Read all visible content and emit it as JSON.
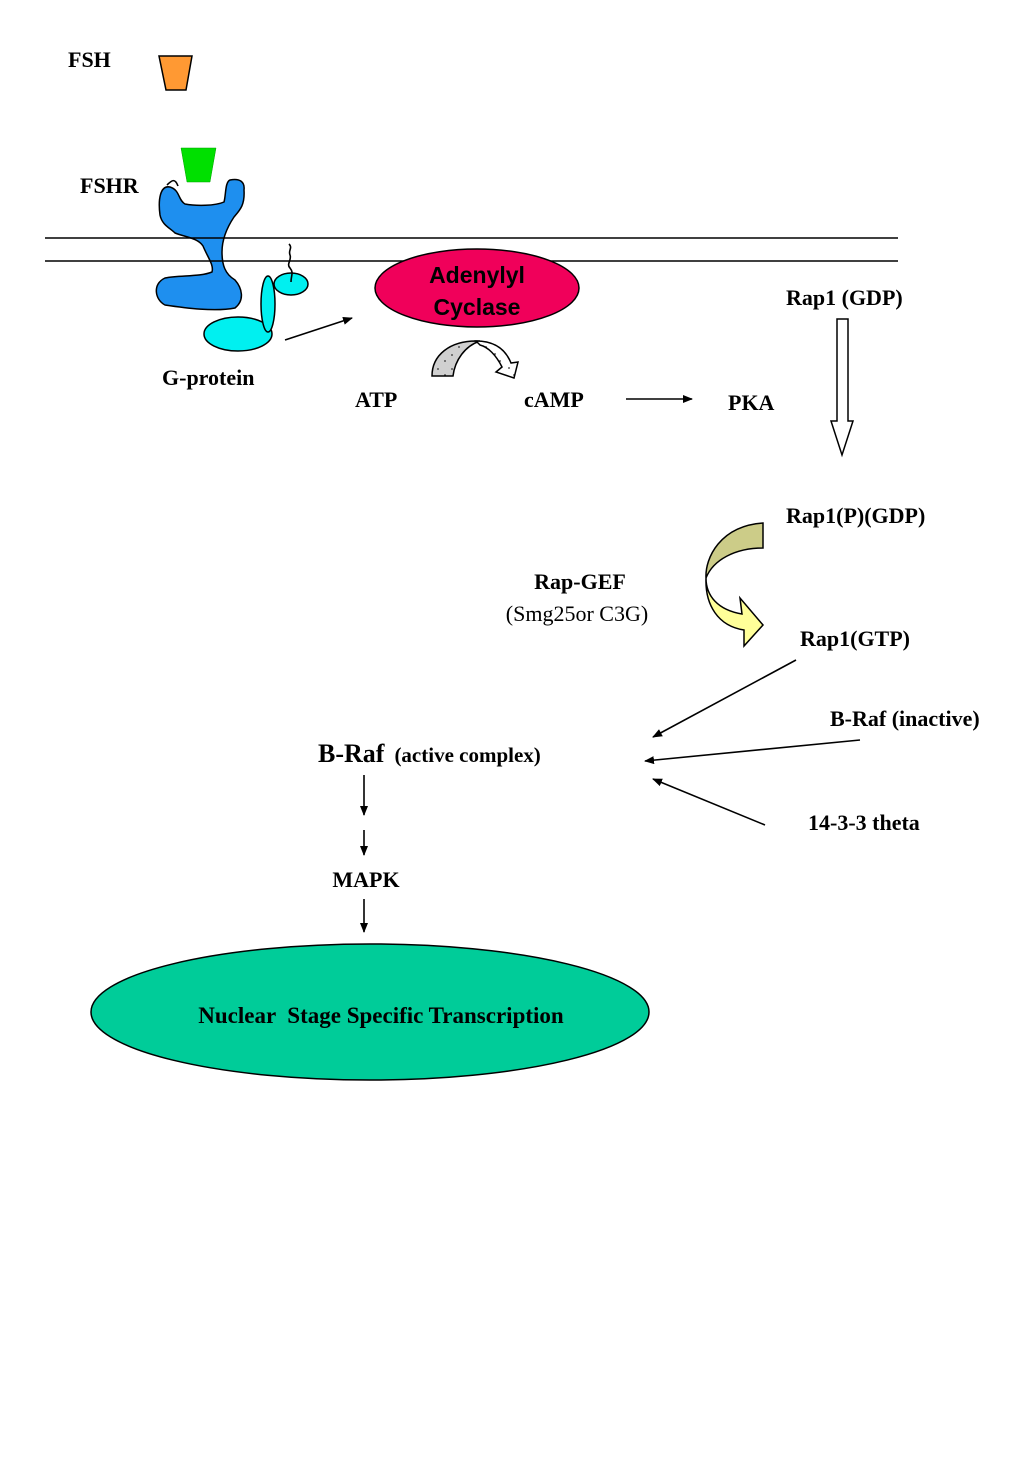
{
  "diagram": {
    "title": "FSH signaling pathway",
    "labels": {
      "fsh": "FSH",
      "fshr": "FSHR",
      "g_protein": "G-protein",
      "adenylyl_line1": "Adenylyl",
      "adenylyl_line2": "Cyclase",
      "atp": "ATP",
      "camp": "cAMP",
      "pka": "PKA",
      "rap1_gdp": "Rap1 (GDP)",
      "rap1_p_gdp": "Rap1(P)(GDP)",
      "rap_gef": "Rap-GEF",
      "rap_gef_sub": "(Smg25or C3G)",
      "rap1_gtp": "Rap1(GTP)",
      "braf_inactive": "B-Raf (inactive)",
      "braf_active_main": "B-Raf",
      "braf_active_sub": "(active complex)",
      "theta": "14-3-3 theta",
      "mapk": "MAPK",
      "nuclear": "Nuclear  Stage Specific Transcription"
    },
    "colors": {
      "fsh": "#FF9933",
      "fshr_ligand": "#00E000",
      "fshr": "#1E8FEF",
      "g_protein": "#00F0F0",
      "adenylyl_cyclase": "#F0005A",
      "camp_arrow": "#D0D0D0",
      "gef_arrow_top": "#CCCC88",
      "gef_arrow_bottom": "#FFFF99",
      "nucleus": "#00CC99"
    },
    "nodes": [
      {
        "id": "fsh",
        "name": "FSH"
      },
      {
        "id": "fshr",
        "name": "FSHR"
      },
      {
        "id": "g_protein",
        "name": "G-protein"
      },
      {
        "id": "adenylyl_cyclase",
        "name": "Adenylyl Cyclase"
      },
      {
        "id": "atp",
        "name": "ATP"
      },
      {
        "id": "camp",
        "name": "cAMP"
      },
      {
        "id": "pka",
        "name": "PKA"
      },
      {
        "id": "rap1_gdp",
        "name": "Rap1 (GDP)"
      },
      {
        "id": "rap1_p_gdp",
        "name": "Rap1(P)(GDP)"
      },
      {
        "id": "rap1_gtp",
        "name": "Rap1(GTP)"
      },
      {
        "id": "braf_inactive",
        "name": "B-Raf (inactive)"
      },
      {
        "id": "theta",
        "name": "14-3-3 theta"
      },
      {
        "id": "braf_active",
        "name": "B-Raf (active complex)"
      },
      {
        "id": "mapk",
        "name": "MAPK"
      },
      {
        "id": "nucleus",
        "name": "Nuclear Stage Specific Transcription"
      }
    ],
    "edges": [
      {
        "from": "g_protein",
        "to": "adenylyl_cyclase"
      },
      {
        "from": "atp",
        "to": "camp",
        "via": "adenylyl_cyclase"
      },
      {
        "from": "camp",
        "to": "pka"
      },
      {
        "from": "rap1_gdp",
        "to": "rap1_p_gdp"
      },
      {
        "from": "rap1_p_gdp",
        "to": "rap1_gtp",
        "via": "Rap-GEF"
      },
      {
        "from": "rap1_gtp",
        "to": "braf_active"
      },
      {
        "from": "braf_inactive",
        "to": "braf_active"
      },
      {
        "from": "theta",
        "to": "braf_active"
      },
      {
        "from": "braf_active",
        "to": "mapk"
      },
      {
        "from": "mapk",
        "to": "nucleus"
      }
    ]
  }
}
